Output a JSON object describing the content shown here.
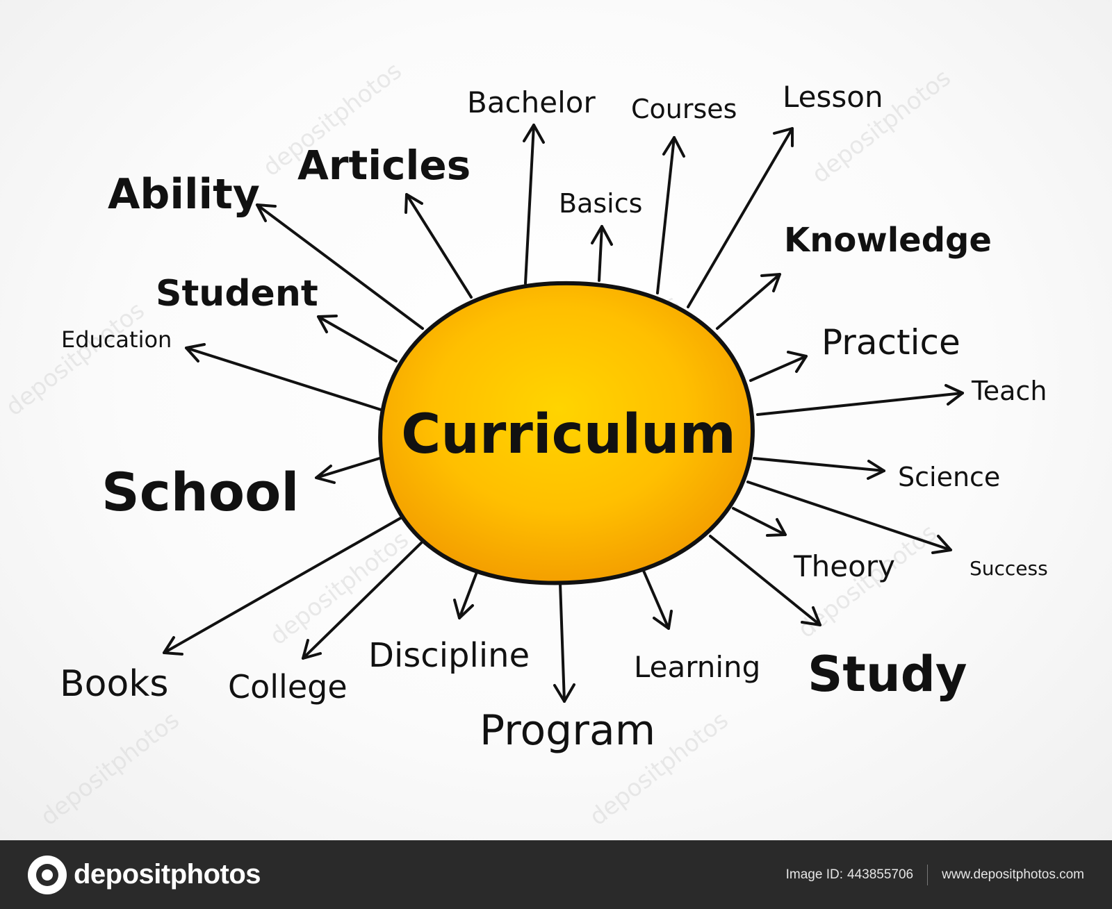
{
  "diagram": {
    "center": "Curriculum",
    "accent_color": "#f5b800",
    "branches": [
      "Ability",
      "Articles",
      "Bachelor",
      "Courses",
      "Lesson",
      "Basics",
      "Knowledge",
      "Student",
      "Education",
      "Practice",
      "Teach",
      "School",
      "Science",
      "Theory",
      "Success",
      "Books",
      "College",
      "Discipline",
      "Program",
      "Learning",
      "Study"
    ]
  },
  "watermark": {
    "text": "depositphotos"
  },
  "footer": {
    "logo_text": "depositphotos",
    "image_id_label": "Image ID:",
    "image_id": "443855706",
    "site": "www.depositphotos.com"
  }
}
